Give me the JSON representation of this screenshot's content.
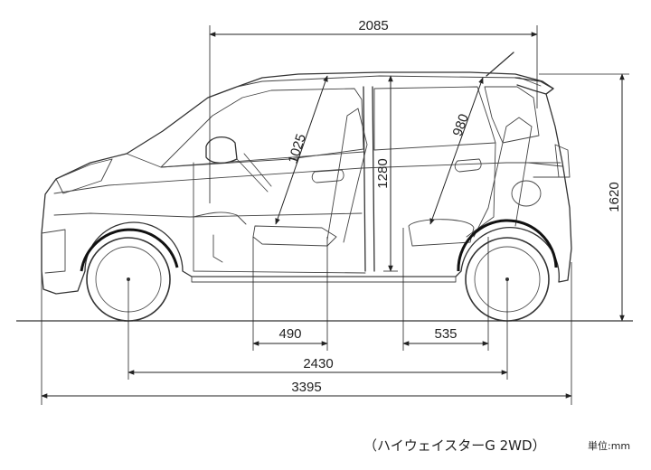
{
  "dimensions": {
    "front_headroom": "1025",
    "rear_headroom": "980",
    "interior_height": "1280",
    "overall_height": "1620",
    "interior_top_length": "2085",
    "front_seat_depth": "490",
    "rear_seat_depth": "535",
    "wheelbase": "2430",
    "overall_length": "3395"
  },
  "caption": {
    "model": "（ハイウェイスターG 2WD）",
    "unit": "単位:mm"
  }
}
